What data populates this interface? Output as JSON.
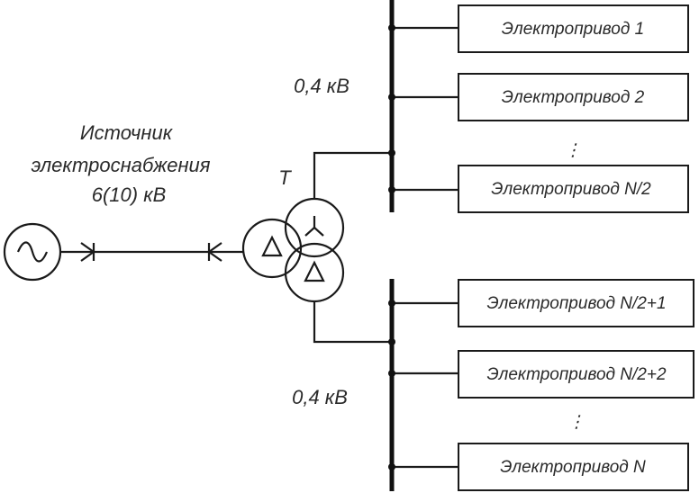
{
  "source": {
    "line1": "Источник",
    "line2": "электроснабжения",
    "line3": "6(10) кВ"
  },
  "transformer_label": "T",
  "bus_top_voltage": "0,4 кВ",
  "bus_bottom_voltage": "0,4 кВ",
  "top_drives": [
    "Электропривод 1",
    "Электропривод 2",
    "Электропривод N/2"
  ],
  "bottom_drives": [
    "Электропривод N/2+1",
    "Электропривод N/2+2",
    "Электропривод N"
  ],
  "ellipsis": "⋮"
}
